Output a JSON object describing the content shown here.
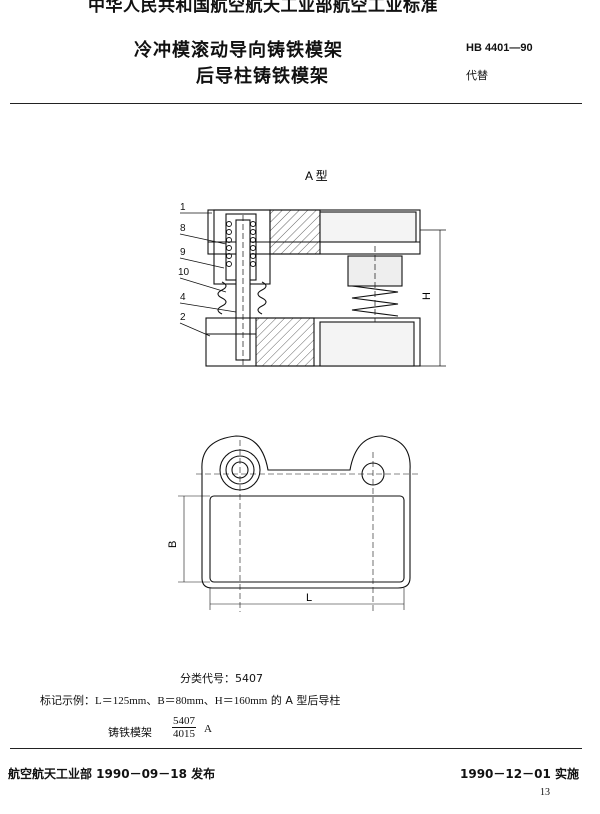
{
  "header": {
    "standard_issuer": "中华人民共和国航空航天工业部航空工业标准",
    "title_line1": "冷冲模滚动导向铸铁模架",
    "title_line2": "后导柱铸铁模架",
    "standard_number": "HB 4401—90",
    "replaces": "代替"
  },
  "drawing": {
    "section_label": "A 型",
    "part_labels": [
      "1",
      "8",
      "9",
      "10",
      "4",
      "2"
    ],
    "dim_H": "H",
    "dim_B": "B",
    "dim_L": "L"
  },
  "body": {
    "classification_code": "分类代号：5407",
    "example_prefix": "标记示例：",
    "example_params": "L＝125mm、B＝80mm、H＝160mm",
    "example_suffix": " 的 A 型后导柱",
    "example_name": "铸铁模架",
    "fraction_numerator": "5407",
    "fraction_denominator": "4015",
    "fraction_suffix": "A"
  },
  "footer": {
    "issued": "航空航天工业部 1990－09－18 发布",
    "implemented": "1990－12－01 实施",
    "page_number": "13"
  }
}
